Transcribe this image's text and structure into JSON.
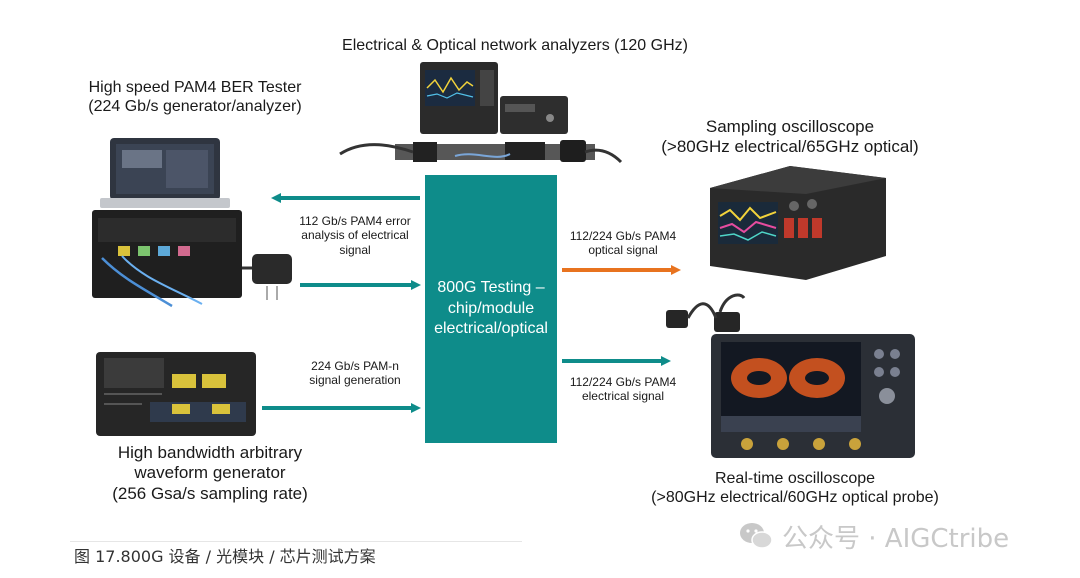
{
  "center_box": {
    "text": "800G Testing –\nchip/module\nelectrical/optical"
  },
  "devices": {
    "network_analyzers": "Electrical & Optical network analyzers (120 GHz)",
    "ber_tester_line1": "High speed PAM4 BER Tester",
    "ber_tester_line2": "(224 Gb/s generator/analyzer)",
    "sampling_scope_line1": "Sampling oscilloscope",
    "sampling_scope_line2": "(>80GHz electrical/65GHz optical)",
    "awg_line1": "High bandwidth arbitrary",
    "awg_line2": "waveform generator",
    "awg_line3": "(256 Gsa/s sampling rate)",
    "realtime_scope_line1": "Real-time oscilloscope",
    "realtime_scope_line2": "(>80GHz electrical/60GHz optical probe)"
  },
  "arrow_labels": {
    "error_analysis": "112 Gb/s PAM4 error\nanalysis of electrical\nsignal",
    "pam_n_generation": "224 Gb/s PAM-n\nsignal generation",
    "optical_signal": "112/224 Gb/s PAM4\noptical signal",
    "electrical_signal": "112/224 Gb/s PAM4\nelectrical signal"
  },
  "caption": "图 17.800G 设备 / 光模块 / 芯片测试方案",
  "watermark": "公众号 · AIGCtribe",
  "colors": {
    "teal": "#0e8c8a",
    "orange": "#e8731f"
  }
}
